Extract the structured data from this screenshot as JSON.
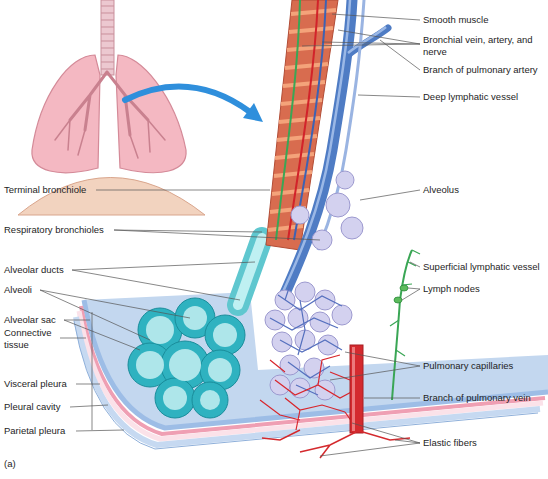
{
  "diagram": {
    "labels": [
      "Smooth muscle",
      "Bronchial vein, artery, and nerve",
      "Branch of pulmonary artery",
      "Deep lymphatic vessel",
      "Terminal bronchiole",
      "Alveolus",
      "Respiratory bronchioles",
      "Superficial lymphatic vessel",
      "Alveolar ducts",
      "Alveoli",
      "Lymph nodes",
      "Alveolar sac",
      "Connective tissue",
      "Pulmonary capillaries",
      "Visceral pleura",
      "Branch of pulmonary vein",
      "Pleural cavity",
      "Parietal pleura",
      "Elastic fibers",
      "(a)"
    ]
  }
}
